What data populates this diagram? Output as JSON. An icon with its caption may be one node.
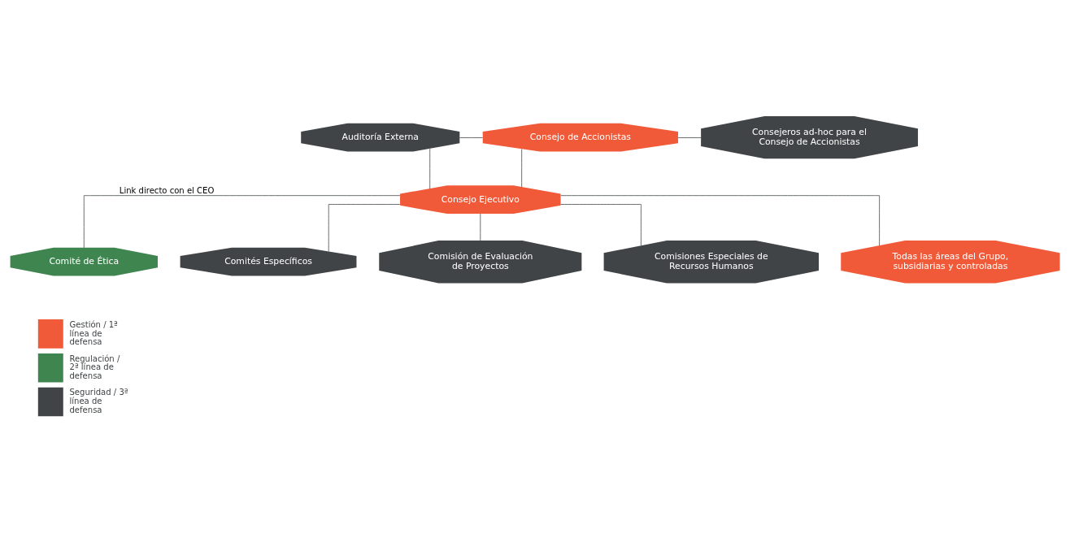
{
  "diagram": {
    "nodes": [
      {
        "text": [
          "Auditoría Externa"
        ]
      },
      {
        "text": [
          "Consejo de Accionistas"
        ]
      },
      {
        "text": [
          "Consejeros ad-hoc para el Consejo de Accionistas"
        ]
      },
      {
        "text": [
          "Consejo Ejecutivo"
        ]
      },
      {
        "text": [
          "Comité de Ética"
        ]
      },
      {
        "text": [
          "Comités Específicos"
        ]
      },
      {
        "text": [
          "Comisión de Evaluación de Proyectos"
        ]
      },
      {
        "text": [
          "Comisiones Especiales de Recursos Humanos"
        ]
      },
      {
        "text": [
          "Todas las áreas del Grupo, subsidiarias y controladas"
        ]
      }
    ],
    "edges": [
      {
        "from": 0,
        "to": 1,
        "arrow": "none"
      },
      {
        "from": 1,
        "to": 2,
        "arrow": "none"
      },
      {
        "from": 1,
        "to": 3,
        "arrow": "none"
      },
      {
        "from": 0,
        "to": 3,
        "arrow": "none"
      },
      {
        "from": 3,
        "to": 4,
        "arrow": "none",
        "label": "Link directo con el CEO"
      },
      {
        "from": 3,
        "to": 5,
        "arrow": "none"
      },
      {
        "from": 3,
        "to": 6,
        "arrow": "none"
      },
      {
        "from": 3,
        "to": 7,
        "arrow": "none"
      },
      {
        "from": 3,
        "to": 8,
        "arrow": "none"
      }
    ],
    "legend": [
      {
        "text": "Gestión / 1ª línea de defensa",
        "color": "#f05a38"
      },
      {
        "text": "Regulación / 2ª línea de defensa",
        "color": "#3f8550"
      },
      {
        "text": "Seguridad / 3ª línea de defensa",
        "color": "#404446"
      }
    ]
  }
}
